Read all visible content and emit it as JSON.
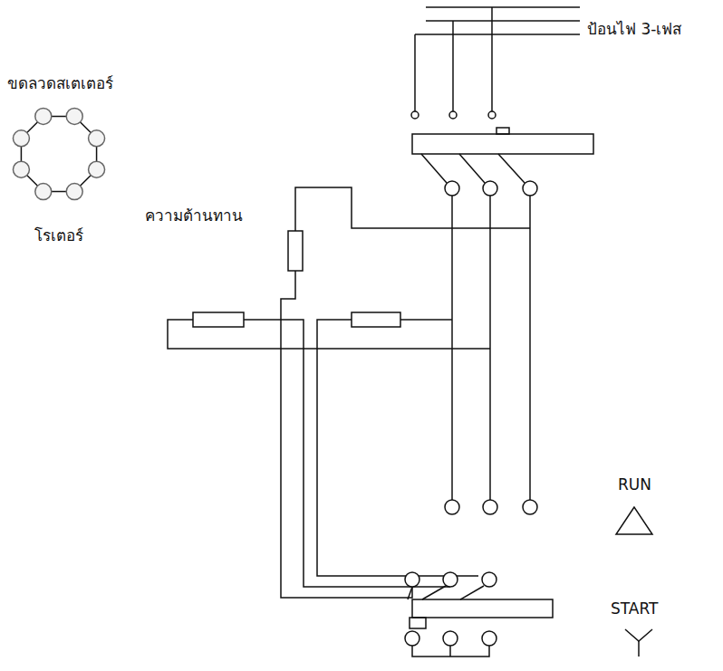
{
  "diagram": {
    "labels": [
      "ป้อนไฟ 3-เฟส",
      "ขดลวดสเตเตอร์",
      "ความต้านทาน",
      "โรเตอร์",
      "RUN",
      "START"
    ]
  }
}
